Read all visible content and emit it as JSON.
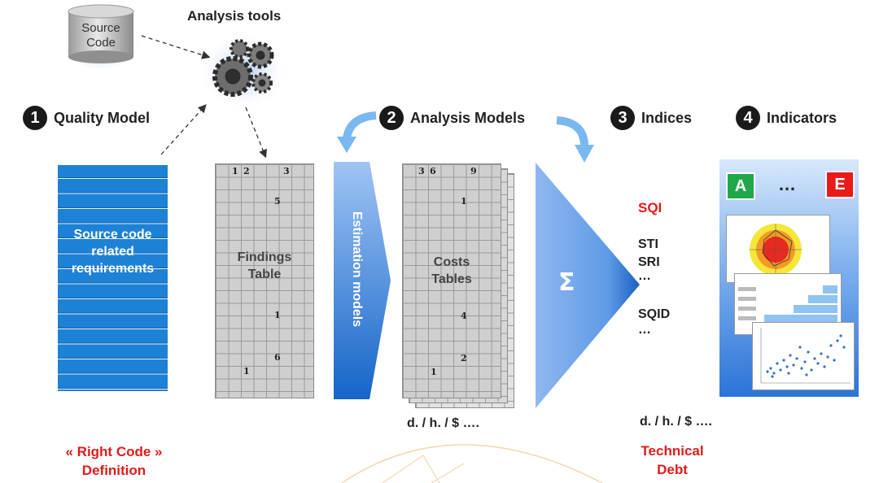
{
  "source_code": {
    "line1": "Source",
    "line2": "Code"
  },
  "analysis_tools": "Analysis tools",
  "steps": [
    {
      "num": "1",
      "label": "Quality Model"
    },
    {
      "num": "2",
      "label": "Analysis Models"
    },
    {
      "num": "3",
      "label": "Indices"
    },
    {
      "num": "4",
      "label": "Indicators"
    }
  ],
  "requirements": {
    "line1": "Source code",
    "line2": "related",
    "line3": "requirements"
  },
  "findings": {
    "line1": "Findings",
    "line2": "Table",
    "cells": [
      "1",
      "2",
      "3",
      "5",
      "1",
      "6",
      "1"
    ]
  },
  "estimation": "Estimation models",
  "costs": {
    "line1": "Costs",
    "line2": "Tables",
    "cells": [
      "3",
      "6",
      "9",
      "1",
      "4",
      "2",
      "1"
    ]
  },
  "sigma": "Σ",
  "indices": {
    "sqi": "SQI",
    "sti": "STI",
    "sri": "SRI",
    "dots1": "…",
    "sqid": "SQID",
    "dots2": "…"
  },
  "indicators": {
    "grade_a": "A",
    "dots": "…",
    "grade_e": "E"
  },
  "units_left": "d. / h. / $ ….",
  "units_right": "d. / h. / $ ….",
  "right_code": {
    "line1": "« Right Code »",
    "line2": "Definition"
  },
  "technical_debt": {
    "line1": "Technical",
    "line2": "Debt"
  },
  "colors": {
    "accent_red": "#e01b1b",
    "blue": "#1b7fd1",
    "dark_blue": "#1565b8",
    "light_blue": "#6aaef0"
  }
}
